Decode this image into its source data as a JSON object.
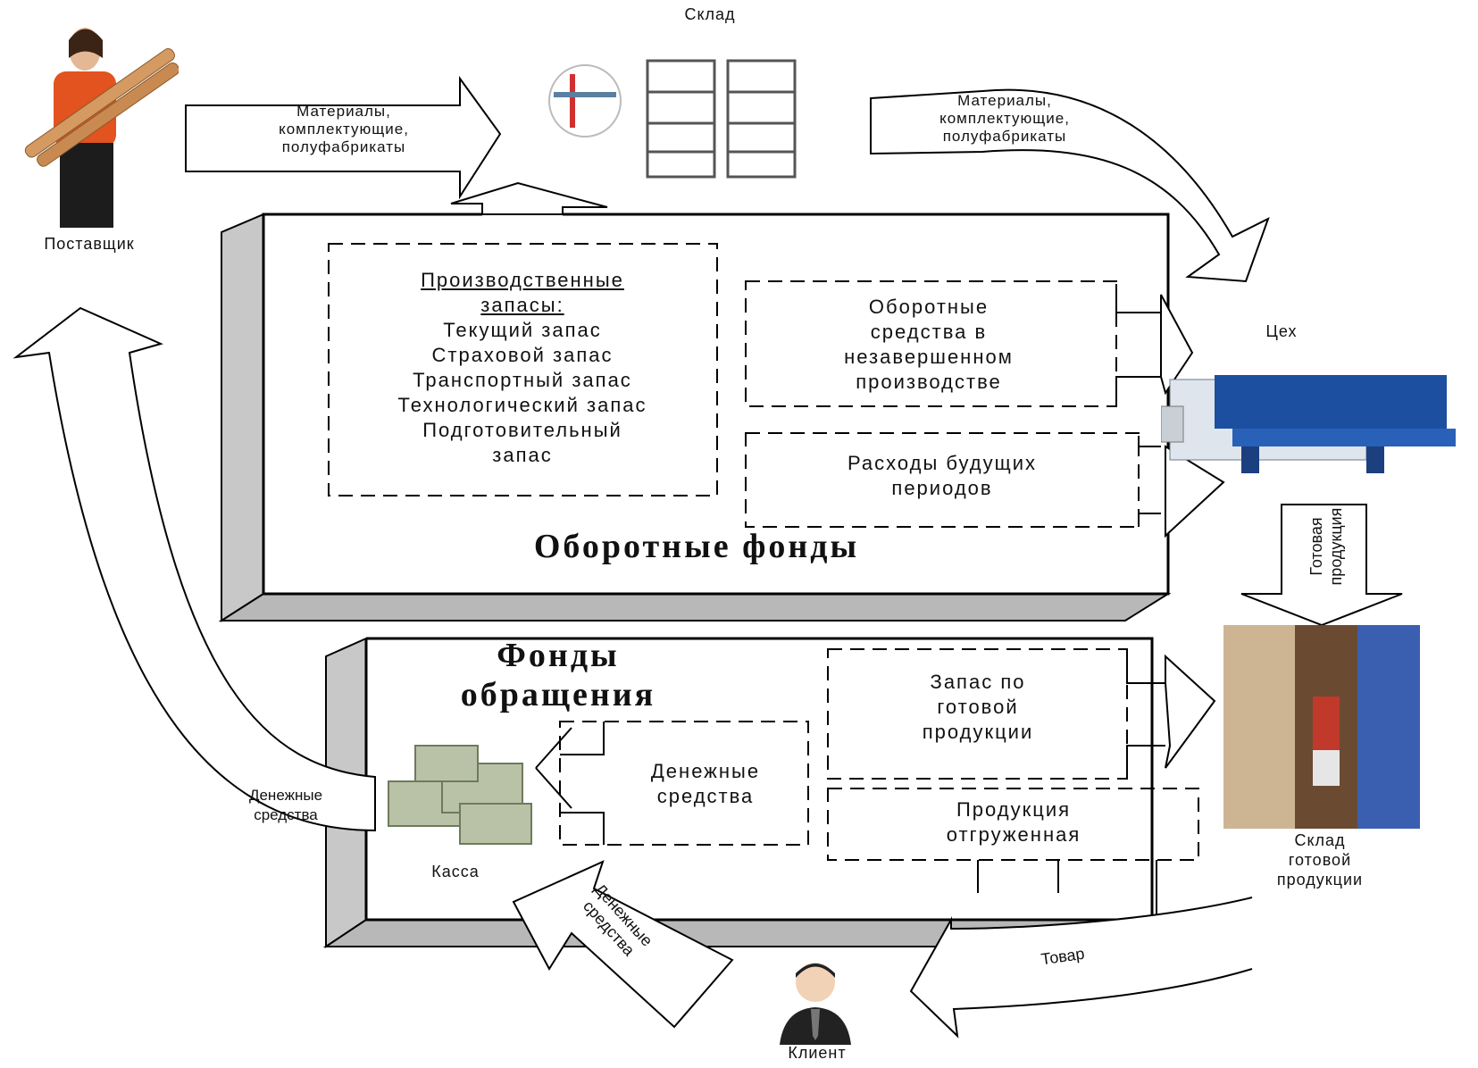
{
  "warehouse": "Склад",
  "supplier": "Поставщик",
  "workshop": "Цех",
  "client": "Клиент",
  "cash_desk": "Касса",
  "finished_goods_warehouse": [
    "Склад",
    "готовой",
    "продукции"
  ],
  "flows": {
    "supply_in": [
      "Материалы,",
      "комплектующие,",
      "полуфабрикаты"
    ],
    "supply_out": [
      "Материалы,",
      "комплектующие,",
      "полуфабрикаты"
    ],
    "finished_goods": [
      "Готовая",
      "продукция"
    ],
    "goods": "Товар",
    "money_from_client": [
      "Денежные",
      "средства"
    ],
    "money_to_supplier": [
      "Денежные",
      "средства"
    ]
  },
  "working_funds": {
    "title": "Оборотные фонды",
    "inventory_heading": [
      "Производственные",
      "запасы:"
    ],
    "inventory_items": [
      "Текущий запас",
      "Страховой запас",
      "Транспортный запас",
      "Технологический запас",
      "Подготовительный",
      "запас"
    ],
    "wip": [
      "Оборотные",
      "средства в",
      "незавершенном",
      "производстве"
    ],
    "deferred": [
      "Расходы будущих",
      "периодов"
    ]
  },
  "circulation_funds": {
    "title": [
      "Фонды",
      "обращения"
    ],
    "cash": [
      "Денежные",
      "средства"
    ],
    "finished_stock": [
      "Запас по",
      "готовой",
      "продукции"
    ],
    "shipped": [
      "Продукция",
      "отгруженная"
    ]
  },
  "icons": [
    "person-holding-pipes-icon",
    "shelving-rack-icon",
    "factory-machine-icon",
    "warehouse-interior-icon",
    "money-stack-icon",
    "client-avatar-icon"
  ]
}
